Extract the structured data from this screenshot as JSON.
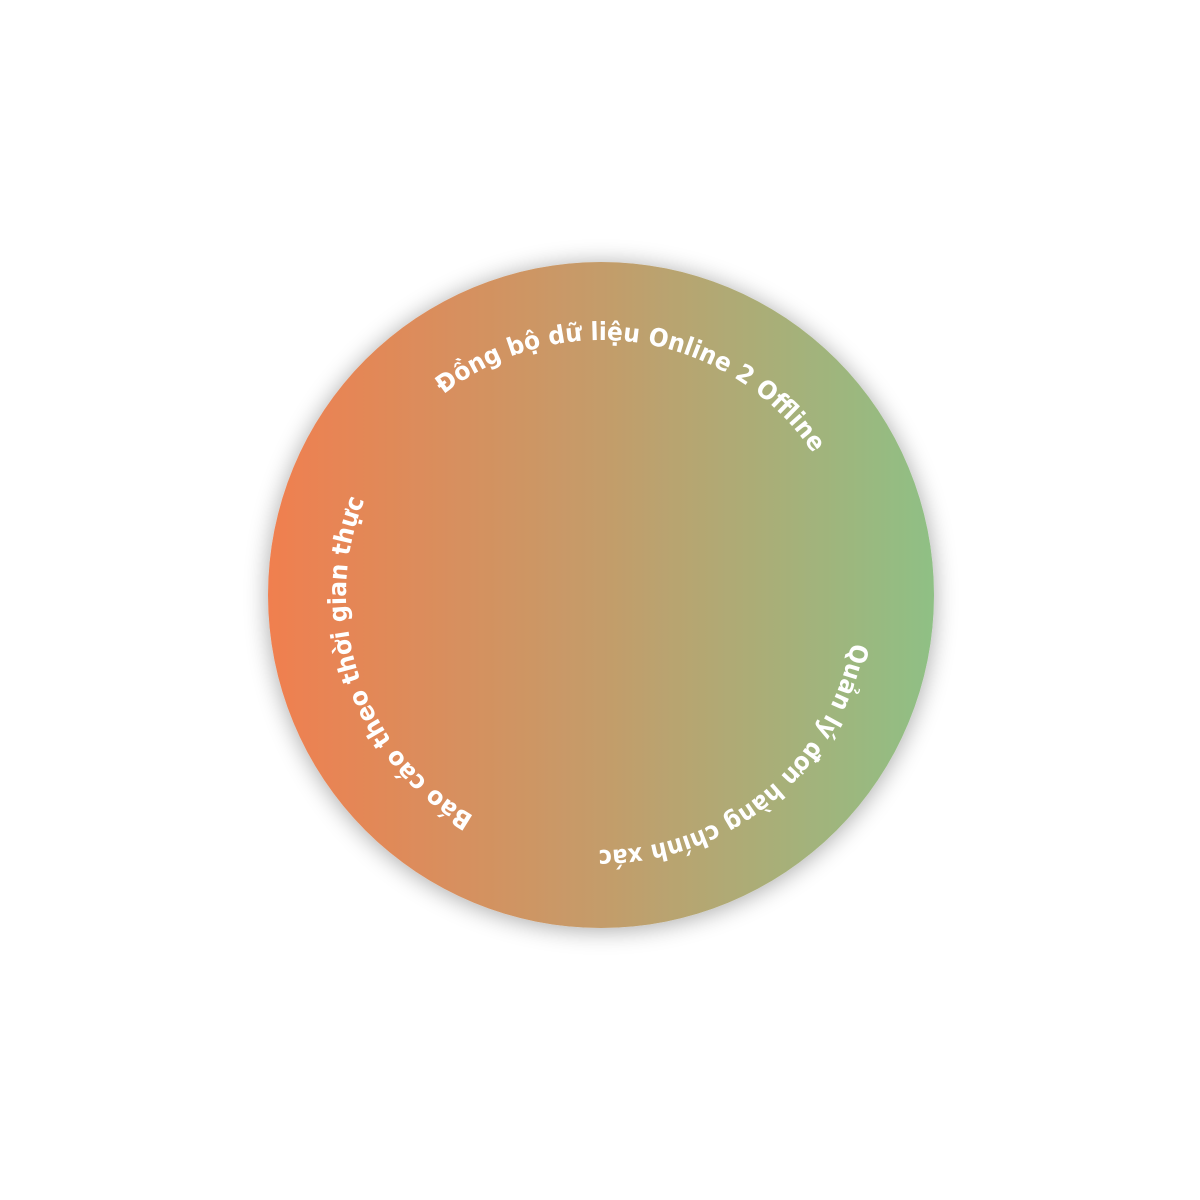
{
  "badge": {
    "texts": {
      "top": "Đồng bộ dữ liệu Online 2 Offline",
      "right": "Quản lý đơn hàng chính xác",
      "left": "Báo cáo theo thời gian thực"
    },
    "colors": {
      "gradient_left": "#F07F4F",
      "gradient_mid": "#C49C6A",
      "gradient_right": "#8FC085",
      "text": "#FFFFFF"
    }
  }
}
